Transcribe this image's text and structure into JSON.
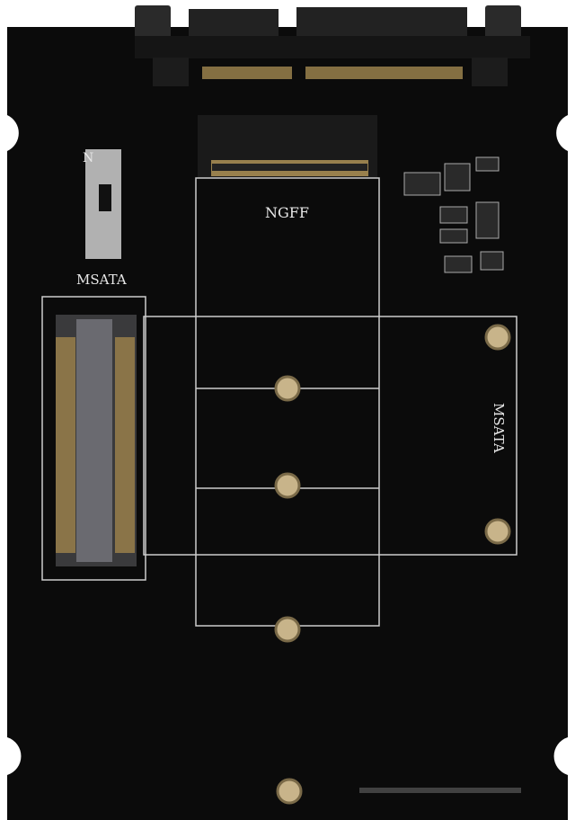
{
  "board": {
    "switch_label_top": "N",
    "switch_label_bottom": "MSATA",
    "ngff_label": "NGFF",
    "msata_label": "MSATA",
    "colors": {
      "pcb": "#0b0b0b",
      "silkscreen": "#e8e8e8",
      "gold": "#b89a5a",
      "connector": "#1a1a1a"
    }
  }
}
